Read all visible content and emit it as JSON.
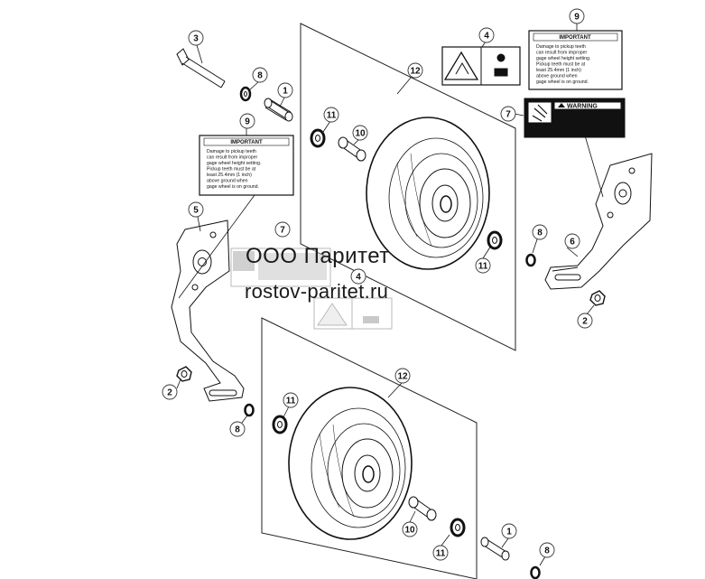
{
  "callouts": [
    {
      "id": "c3a",
      "label": "3"
    },
    {
      "id": "c8a",
      "label": "8"
    },
    {
      "id": "c1a",
      "label": "1"
    },
    {
      "id": "c9a",
      "label": "9"
    },
    {
      "id": "c11a",
      "label": "11"
    },
    {
      "id": "c10a",
      "label": "10"
    },
    {
      "id": "c12a",
      "label": "12"
    },
    {
      "id": "c4a",
      "label": "4"
    },
    {
      "id": "c9b",
      "label": "9"
    },
    {
      "id": "c7a",
      "label": "7"
    },
    {
      "id": "c5a",
      "label": "5"
    },
    {
      "id": "c7b",
      "label": "7"
    },
    {
      "id": "c4b",
      "label": "4"
    },
    {
      "id": "c11b",
      "label": "11"
    },
    {
      "id": "c8b",
      "label": "8"
    },
    {
      "id": "c6a",
      "label": "6"
    },
    {
      "id": "c2a",
      "label": "2"
    },
    {
      "id": "c2b",
      "label": "2"
    },
    {
      "id": "c11c",
      "label": "11"
    },
    {
      "id": "c8c",
      "label": "8"
    },
    {
      "id": "c12b",
      "label": "12"
    },
    {
      "id": "c10b",
      "label": "10"
    },
    {
      "id": "c11d",
      "label": "11"
    },
    {
      "id": "c1b",
      "label": "1"
    },
    {
      "id": "c8d",
      "label": "8"
    }
  ],
  "decals": {
    "important_title": "IMPORTANT",
    "important_lines": [
      "Damage to pickup teeth",
      "can result from improper",
      "gage wheel height setting.",
      "Pickup teeth must be at",
      "least 25.4mm (1 inch)",
      "above ground when",
      "gage wheel is on ground."
    ],
    "warning_title": "WARNING"
  },
  "watermark": {
    "company": "ООО Паритет",
    "url": "rostov-paritet.ru"
  }
}
